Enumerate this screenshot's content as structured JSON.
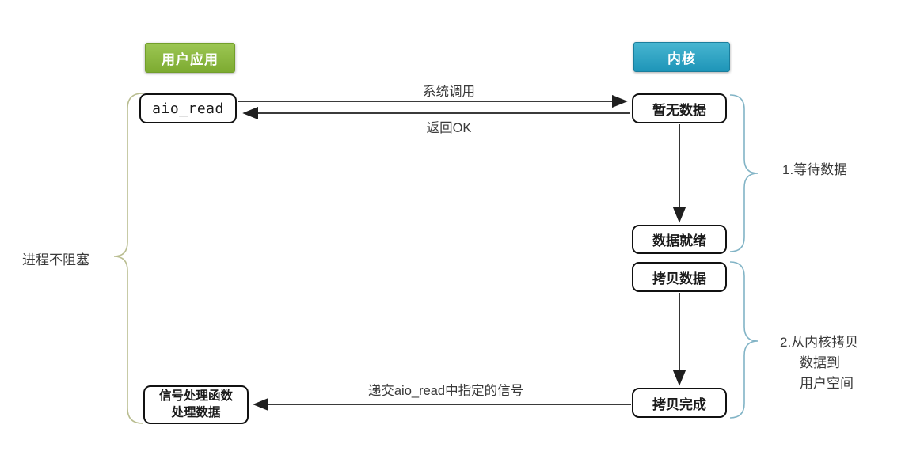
{
  "diagram": {
    "title_semantic": "aio_read asynchronous IO flow between user application and kernel",
    "headers": {
      "user_app": "用户应用",
      "kernel": "内核"
    },
    "nodes": {
      "aio_read": "aio_read",
      "no_data": "暂无数据",
      "data_ready": "数据就绪",
      "copy_data": "拷贝数据",
      "copy_done": "拷贝完成",
      "signal_handler_line1": "信号处理函数",
      "signal_handler_line2": "处理数据"
    },
    "edges": {
      "syscall": "系统调用",
      "return_ok": "返回OK",
      "deliver_signal": "递交aio_read中指定的信号"
    },
    "annotations": {
      "process_not_blocking": "进程不阻塞",
      "phase1": "1.等待数据",
      "phase2_line1": "2.从内核拷贝",
      "phase2_line2": "数据到",
      "phase2_line3": "用户空间"
    },
    "colors": {
      "user_app_bg": "#8cbb3f",
      "kernel_bg": "#2aa2c4",
      "left_brace": "#b9bd90",
      "right_brace": "#82b4c6",
      "arrow": "#1f1f1f",
      "box_border": "#111111"
    }
  }
}
